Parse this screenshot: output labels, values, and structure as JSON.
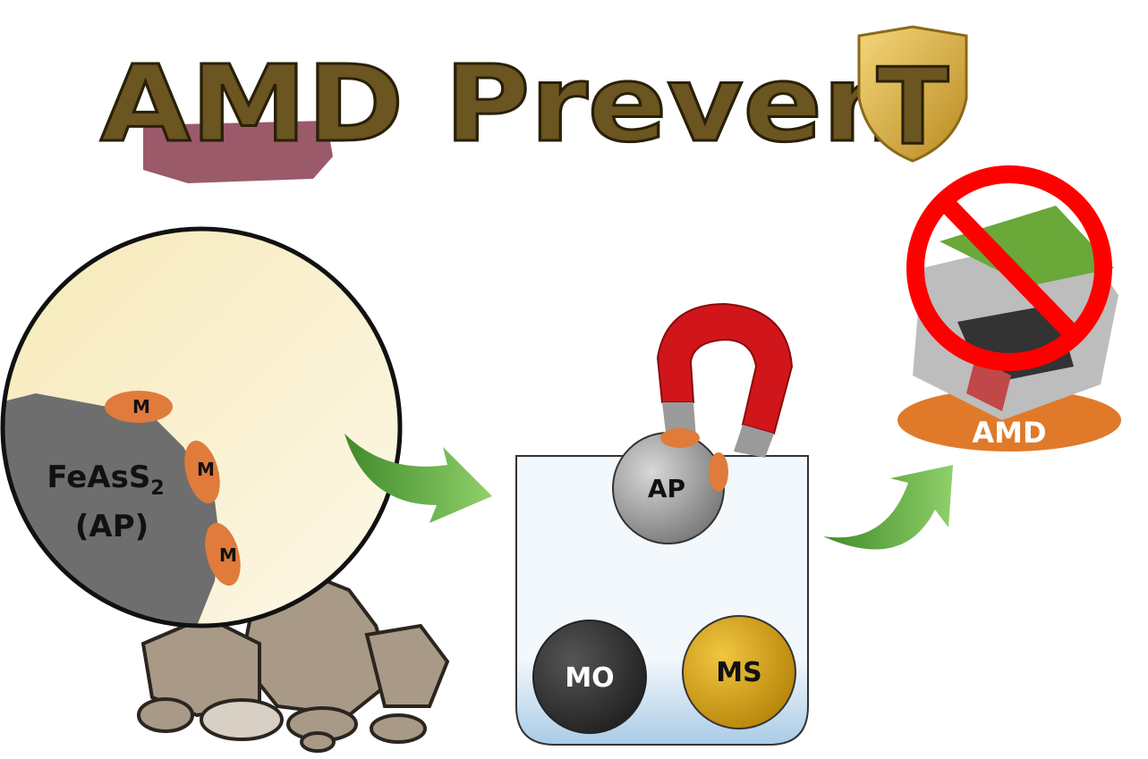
{
  "title": {
    "main": "AMD Preven",
    "shield_letter": "T"
  },
  "mineral": {
    "formula": "FeAsS",
    "subscript": "2",
    "abbrev": "(AP)",
    "particle_label": "M"
  },
  "beaker": {
    "floating_particle": "AP",
    "sunk_particles": [
      "MO",
      "MS"
    ]
  },
  "prohibited": {
    "label": "AMD"
  },
  "colors": {
    "title": "#6b5520",
    "arrow": "#5fa83a",
    "magnet": "#d0161b",
    "particle": "#e07b3c",
    "mo": "#3a3a3a",
    "ms": "#d4a21a",
    "prohibit": "#ff0000"
  }
}
